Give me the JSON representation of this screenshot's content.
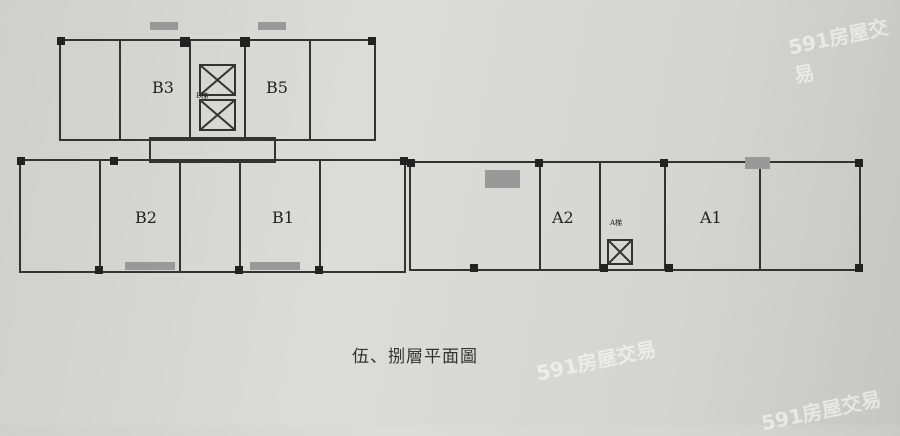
{
  "caption": "伍、捌層平面圖",
  "units": {
    "b3": "B3",
    "b5": "B5",
    "b2": "B2",
    "b1": "B1",
    "a2": "A2",
    "a1": "A1"
  },
  "stairs": {
    "b": "B梯",
    "a": "A梯"
  },
  "watermark": "591房屋交易"
}
